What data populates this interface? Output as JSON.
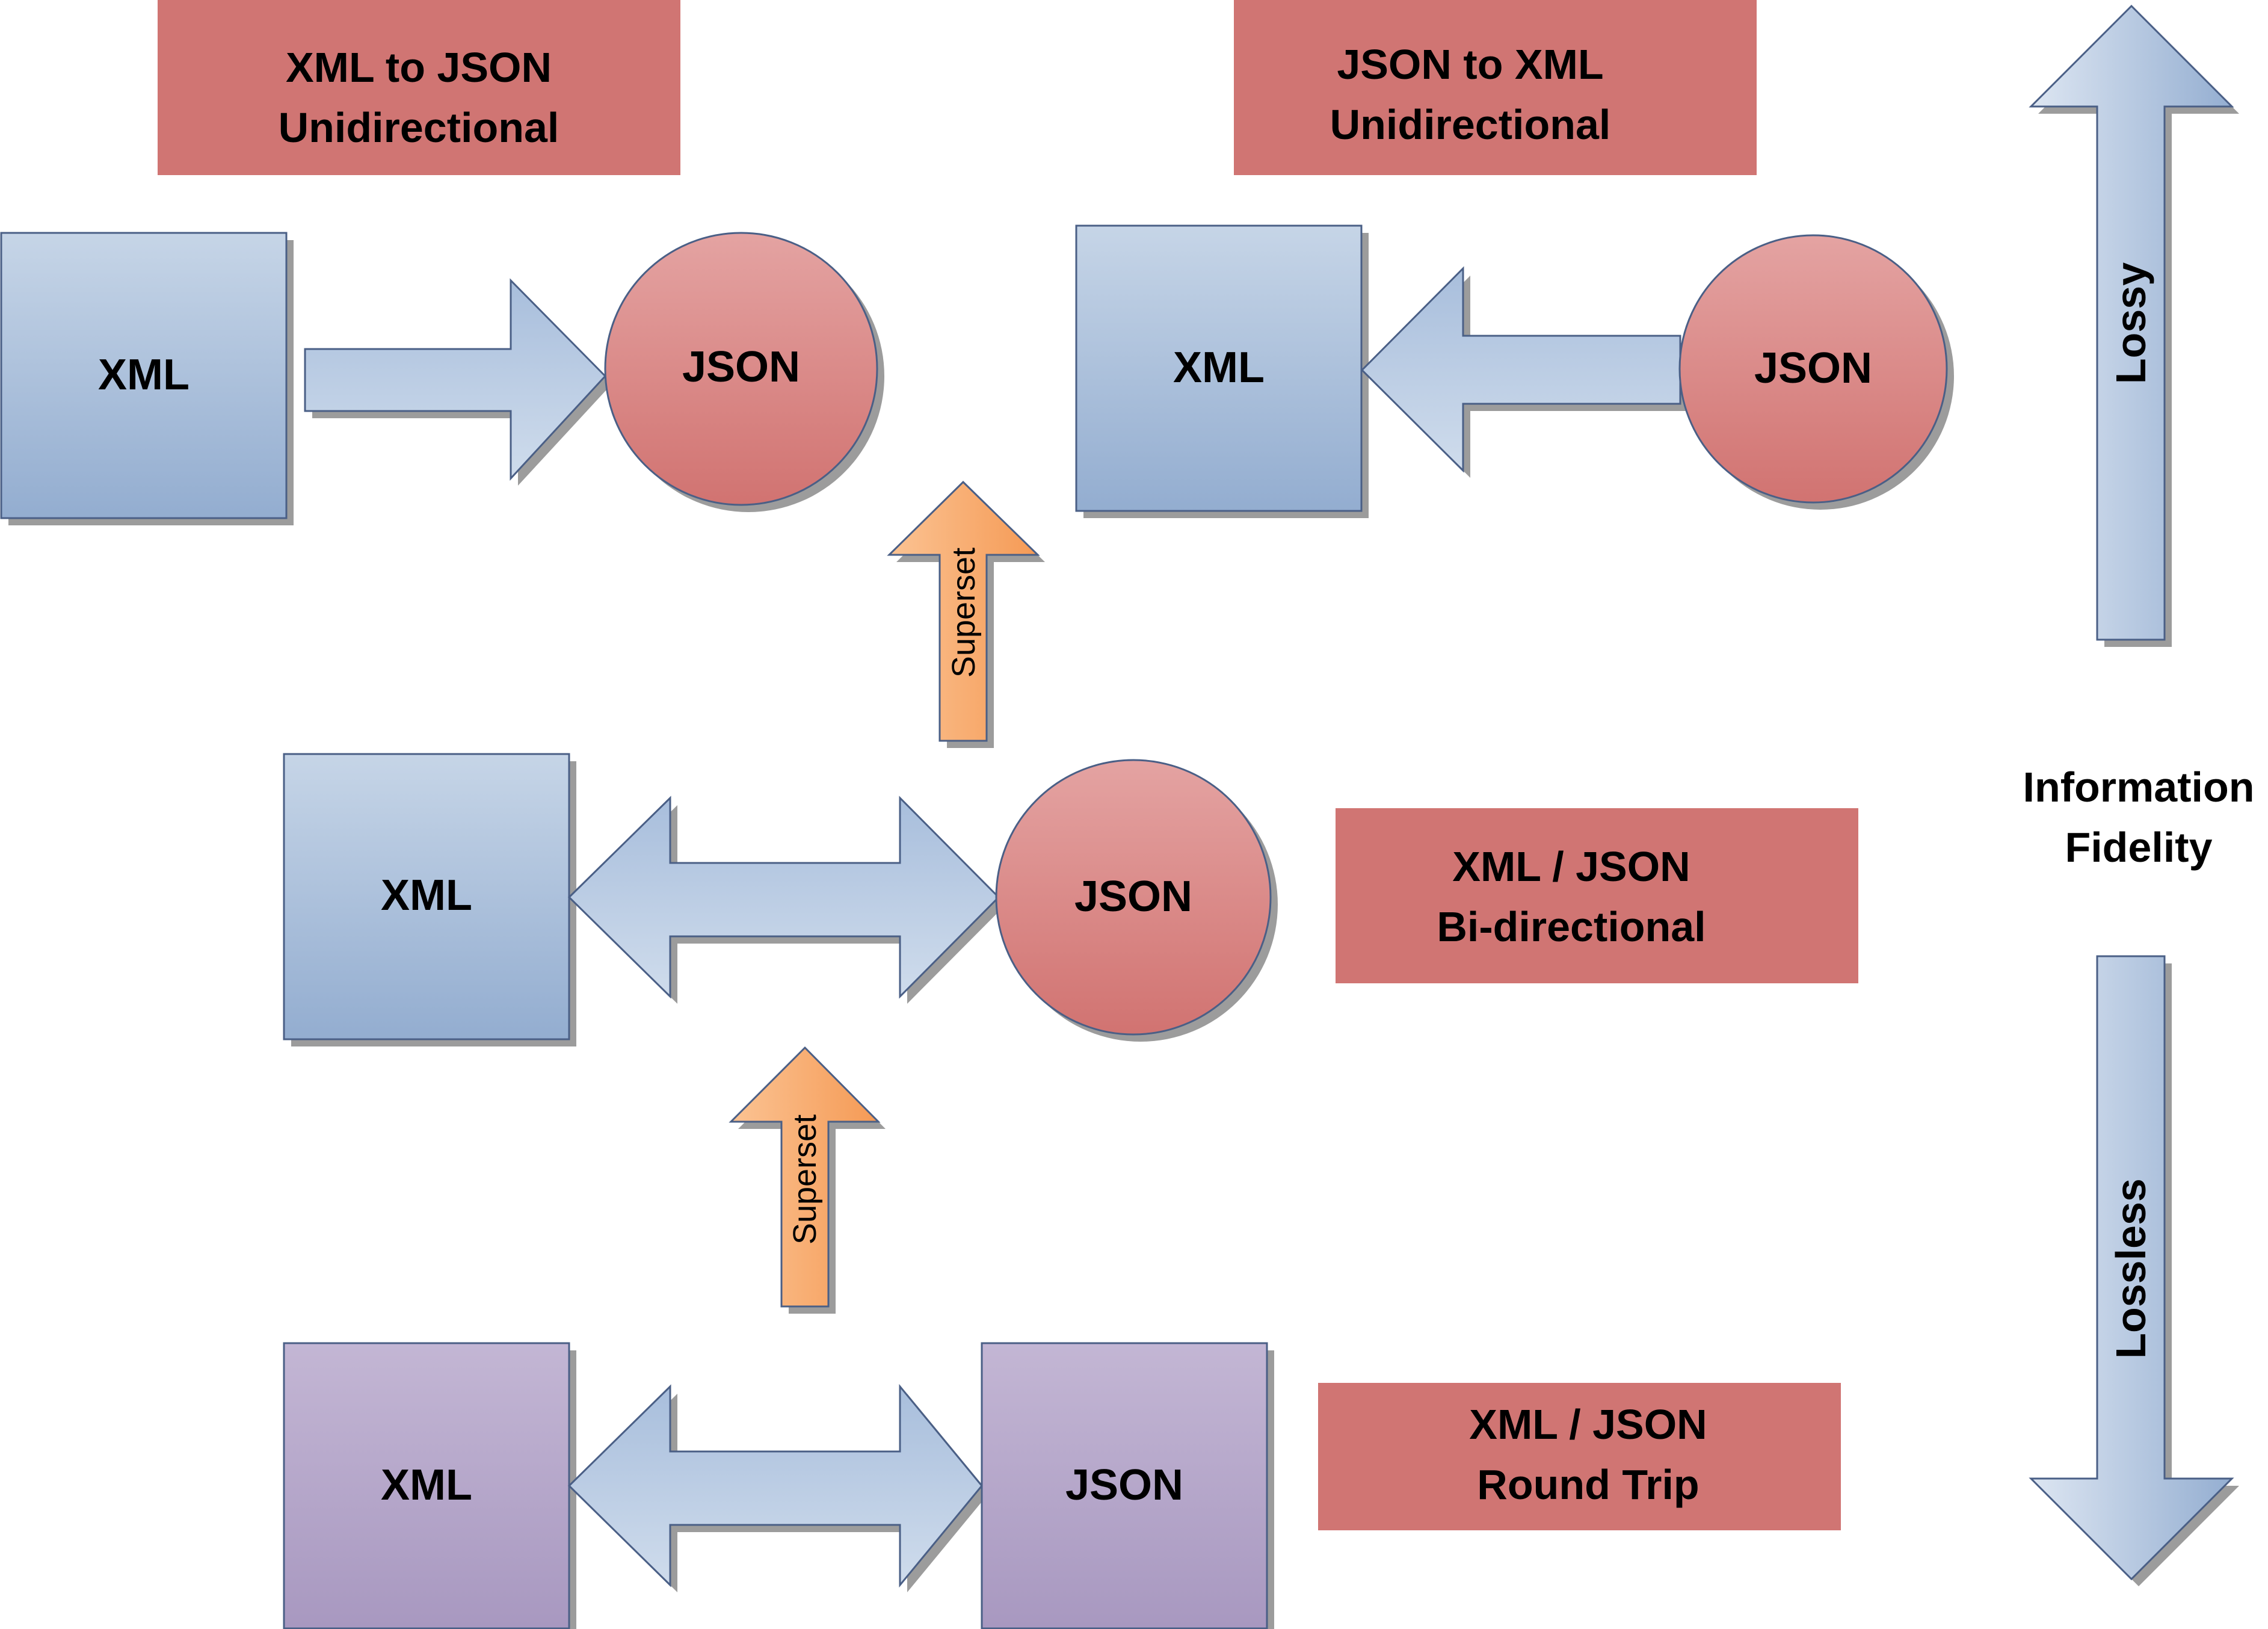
{
  "colors": {
    "blue_box_top": "#c5d4e6",
    "blue_box_bottom": "#94aed0",
    "red_circle_top": "#e4a2a1",
    "red_circle_bottom": "#d27572",
    "purple_box_top": "#c2b5d3",
    "purple_box_bottom": "#a999c1",
    "label_box": "#d07573",
    "orange_arrow": "#f8a96a",
    "outline": "#4a5f86"
  },
  "labels": {
    "xml_to_json": [
      "XML to JSON",
      "Unidirectional"
    ],
    "json_to_xml": [
      "JSON to XML",
      "Unidirectional"
    ],
    "bidirectional": [
      "XML / JSON",
      "Bi-directional"
    ],
    "round_trip": [
      "XML / JSON",
      "Round Trip"
    ],
    "information_fidelity": [
      "Information",
      "Fidelity"
    ]
  },
  "shapes": {
    "xml": "XML",
    "json": "JSON"
  },
  "arrows": {
    "superset": "Superset",
    "lossy": "Lossy",
    "lossless": "Lossless"
  }
}
